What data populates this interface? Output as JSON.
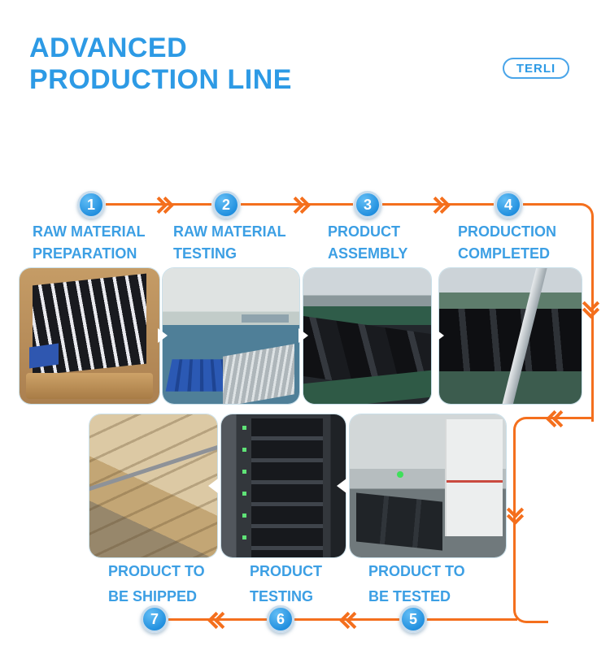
{
  "header": {
    "title_line1": "ADVANCED",
    "title_line2": "PRODUCTION LINE",
    "brand_badge": "TERLI"
  },
  "flow": {
    "top_steps": [
      {
        "number": "1",
        "label_line1": "RAW MATERIAL",
        "label_line2": "PREPARATION"
      },
      {
        "number": "2",
        "label_line1": "RAW MATERIAL",
        "label_line2": "TESTING"
      },
      {
        "number": "3",
        "label_line1": "PRODUCT",
        "label_line2": "ASSEMBLY"
      },
      {
        "number": "4",
        "label_line1": "PRODUCTION",
        "label_line2": "COMPLETED"
      }
    ],
    "bottom_steps": [
      {
        "number": "7",
        "label_line1": "PRODUCT TO",
        "label_line2": "BE SHIPPED"
      },
      {
        "number": "6",
        "label_line1": "PRODUCT",
        "label_line2": "TESTING"
      },
      {
        "number": "5",
        "label_line1": "PRODUCT TO",
        "label_line2": "BE TESTED"
      }
    ]
  },
  "photos": {
    "row1": [
      "wooden-crate-with-battery-cells",
      "raw-material-testing-workshop",
      "battery-assembly-line",
      "finished-battery-conveyor"
    ],
    "row2": [
      "packed-wooden-crates",
      "battery-testing-cabinet",
      "battery-packs-on-test-benches"
    ]
  },
  "colors": {
    "heading_blue": "#2d9ae5",
    "label_blue": "#3c9fe4",
    "circle_blue": "#2492e2",
    "arrow_orange": "#f46f1d"
  }
}
